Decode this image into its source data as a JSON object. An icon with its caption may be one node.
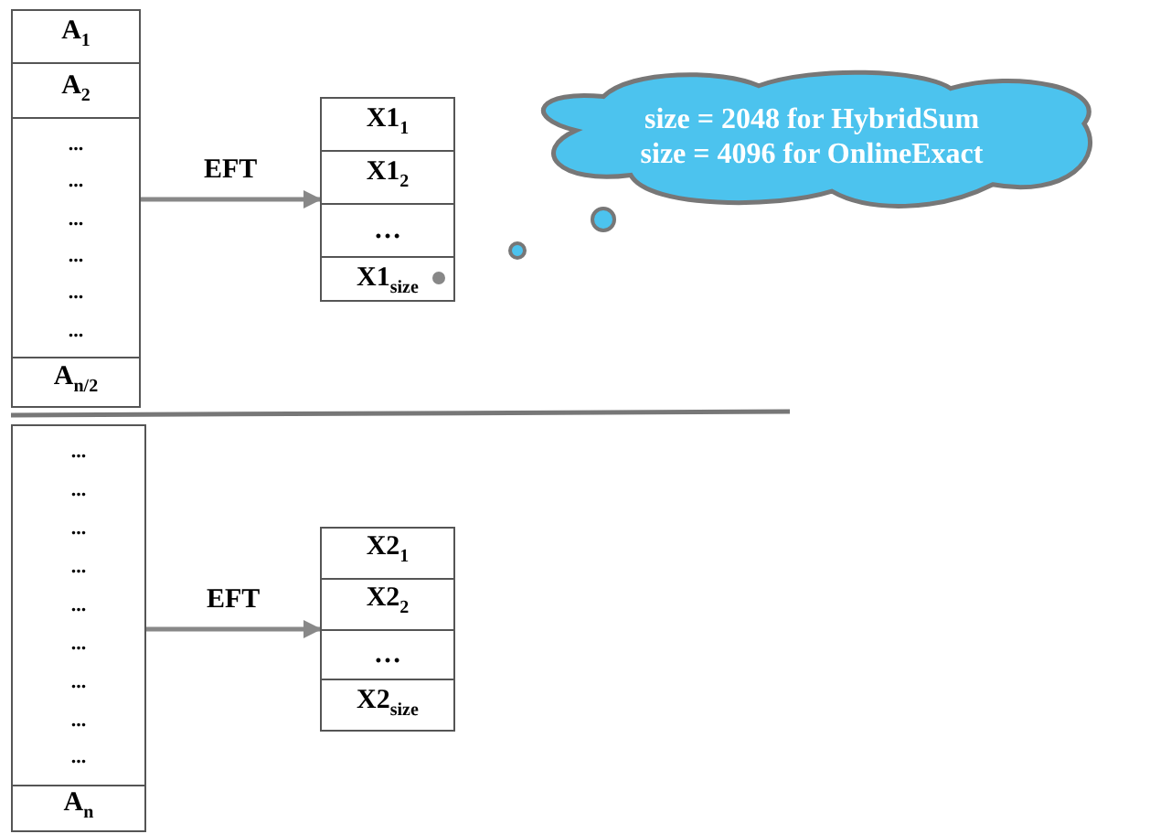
{
  "diagram": {
    "nodes": [
      {
        "text": [],
        "shape": "box"
      },
      {
        "text": [
          "A$_{1}$"
        ],
        "in": 0
      },
      {
        "text": [
          "A$_{2}$"
        ],
        "in": 0
      },
      {
        "text": [
          "...",
          "...",
          "...",
          "...",
          "...",
          "..."
        ],
        "in": 0
      },
      {
        "text": [
          "A$_{n/2}$"
        ],
        "in": 0
      },
      {
        "text": [],
        "shape": "box"
      },
      {
        "text": [
          "X1$_{1}$"
        ],
        "in": 5
      },
      {
        "text": [
          "X1$_{2}$"
        ],
        "in": 5
      },
      {
        "text": [
          "…"
        ],
        "in": 5
      },
      {
        "text": [
          "X1$_{size}$"
        ],
        "in": 5
      },
      {
        "text": [],
        "shape": "box"
      },
      {
        "text": [
          "...",
          "...",
          "...",
          "...",
          "...",
          "...",
          "...",
          "...",
          "..."
        ],
        "in": 10
      },
      {
        "text": [
          "A$_{n}$"
        ],
        "in": 10
      },
      {
        "text": [],
        "shape": "box"
      },
      {
        "text": [
          "X2$_{1}$"
        ],
        "in": 13
      },
      {
        "text": [
          "X2$_{2}$"
        ],
        "in": 13
      },
      {
        "text": [
          "…"
        ],
        "in": 13
      },
      {
        "text": [
          "X2$_{size}$"
        ],
        "in": 13
      },
      {
        "text": [
          "size = 2048 for HybridSum",
          "size = 4096 for OnlineExact"
        ]
      }
    ],
    "edges": [
      {
        "from": 0,
        "to": 5,
        "arrow": "to",
        "label": "EFT"
      },
      {
        "from": 10,
        "to": 13,
        "arrow": "to",
        "label": "EFT"
      }
    ]
  }
}
